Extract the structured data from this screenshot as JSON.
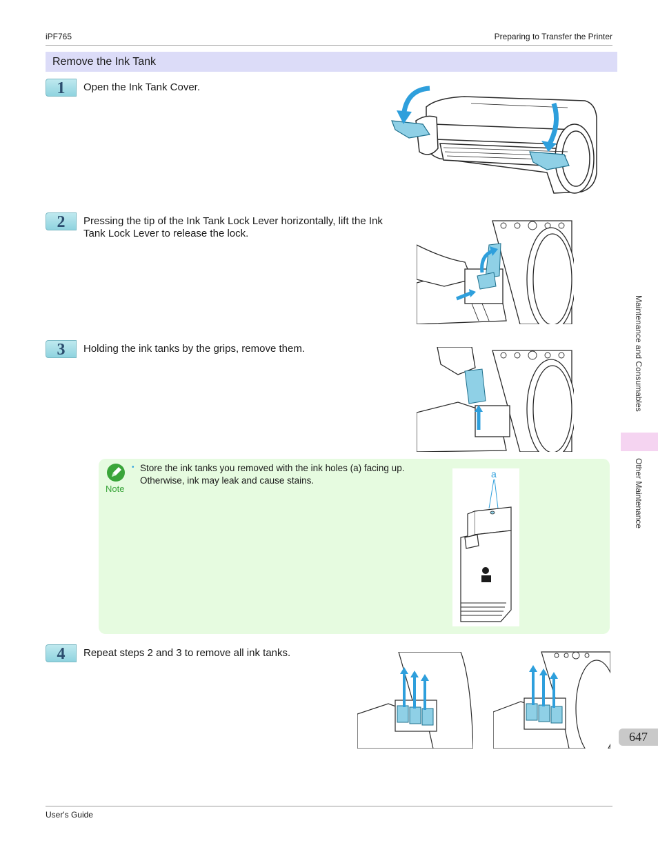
{
  "header": {
    "model": "iPF765",
    "chapter": "Preparing to Transfer the Printer"
  },
  "section": {
    "title": "Remove the Ink Tank"
  },
  "steps": [
    {
      "number": "1",
      "text": "Open the Ink Tank Cover."
    },
    {
      "number": "2",
      "text_line1": "Pressing the tip of the Ink Tank Lock Lever horizontally, lift the Ink",
      "text_line2": "Tank Lock Lever to release the lock."
    },
    {
      "number": "3",
      "text": "Holding the ink tanks by the grips, remove them."
    },
    {
      "number": "4",
      "text": "Repeat steps 2 and 3 to remove all ink tanks."
    }
  ],
  "note": {
    "label": "Note",
    "bullet": "•",
    "text": "Store the ink tanks you removed with the ink holes (a) facing up. Otherwise, ink may leak and cause stains.",
    "figure_label": "a"
  },
  "sidebar": {
    "section": "Maintenance and Consumables",
    "subsection": "Other Maintenance",
    "page_number": "647"
  },
  "footer": {
    "title": "User's Guide"
  },
  "colors": {
    "accent_blue": "#2e9fdc",
    "tank_blue": "#8fd0e6",
    "note_bg": "#e6fbe0",
    "title_bg": "#dcdcf8",
    "tab_pink": "#f5d4f1"
  }
}
